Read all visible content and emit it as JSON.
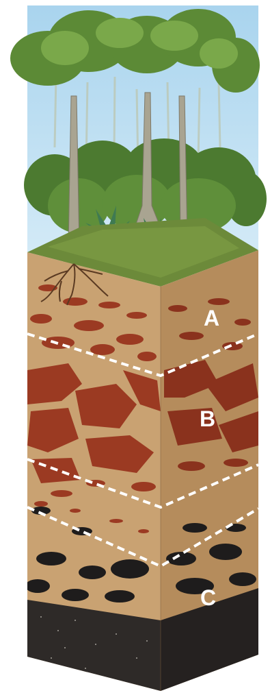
{
  "diagram": {
    "horizons": [
      {
        "id": "A",
        "label": "A"
      },
      {
        "id": "B",
        "label": "B"
      },
      {
        "id": "C",
        "label": "C"
      }
    ],
    "colors": {
      "sky": "#a9d4ee",
      "soil_light_front": "#c9a272",
      "soil_light_side": "#b58c5c",
      "red_clay": "#9b3a22",
      "red_clay_side": "#8a321d",
      "bedrock": "#2e2a28",
      "bedrock_side": "#252120",
      "rock": "#1e1c1c",
      "grass": "#6c8a3a",
      "foliage": "#4f7a33",
      "trunk": "#a9a491",
      "root": "#5a3a22",
      "boundary_line": "#ffffff",
      "label": "#ffffff"
    }
  }
}
